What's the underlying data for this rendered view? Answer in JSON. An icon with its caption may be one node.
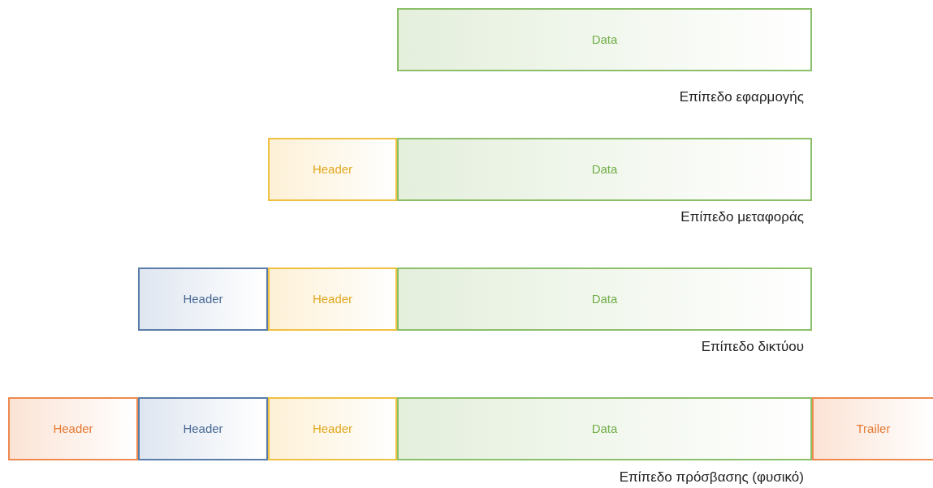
{
  "diagram": {
    "nodes": [
      {
        "text": [
          "Data"
        ]
      },
      {
        "text": [
          "Header"
        ]
      },
      {
        "text": [
          "Data"
        ]
      },
      {
        "text": [
          "Header"
        ]
      },
      {
        "text": [
          "Header"
        ]
      },
      {
        "text": [
          "Data"
        ]
      },
      {
        "text": [
          "Header"
        ]
      },
      {
        "text": [
          "Header"
        ]
      },
      {
        "text": [
          "Header"
        ]
      },
      {
        "text": [
          "Data"
        ]
      },
      {
        "text": [
          "Trailer"
        ]
      }
    ],
    "labels": [
      "Επίπεδο εφαρμογής",
      "Επίπεδο μεταφοράς",
      "Επίπεδο δικτύου",
      "Επίπεδο πρόσβασης (φυσικό)"
    ]
  }
}
